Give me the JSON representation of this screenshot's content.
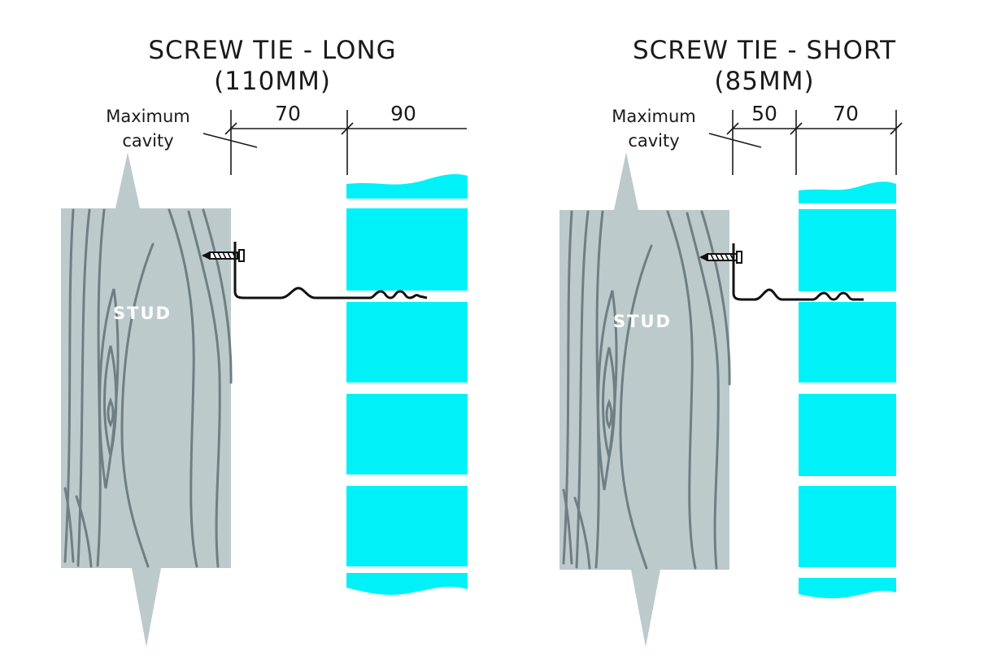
{
  "panels": [
    {
      "title_line1": "SCREW TIE - LONG",
      "title_line2": "(110MM)",
      "cavity_label_line1": "Maximum",
      "cavity_label_line2": "cavity",
      "cavity_dim": "70",
      "brick_dim": "90",
      "stud_label": "STUD"
    },
    {
      "title_line1": "SCREW TIE - SHORT",
      "title_line2": "(85MM)",
      "cavity_label_line1": "Maximum",
      "cavity_label_line2": "cavity",
      "cavity_dim": "50",
      "brick_dim": "70",
      "stud_label": "STUD"
    }
  ],
  "colors": {
    "wood": "#bccacc",
    "grain": "#6e7f83",
    "brick": "#00f2f8"
  }
}
